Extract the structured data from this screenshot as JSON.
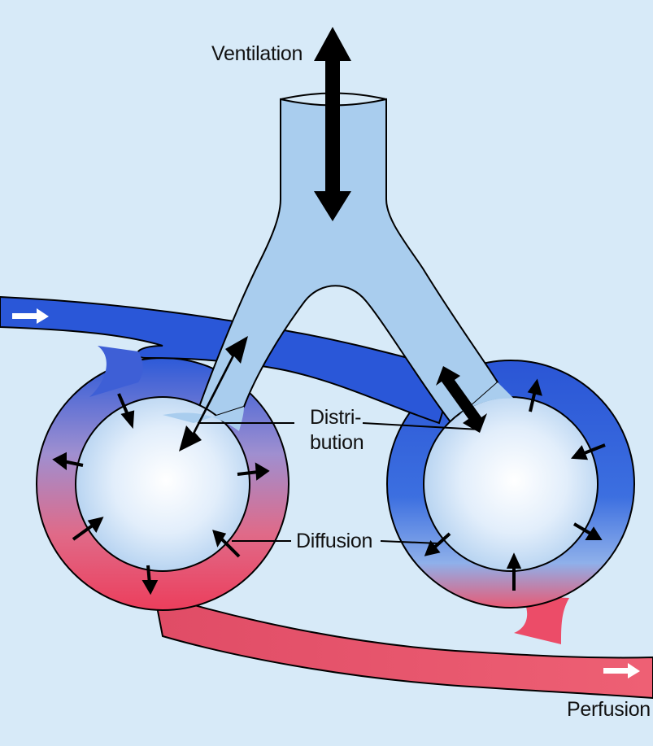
{
  "labels": {
    "ventilation": "Ventilation",
    "distribution_line1": "Distri-",
    "distribution_line2": "bution",
    "diffusion": "Diffusion",
    "perfusion": "Perfusion"
  },
  "colors": {
    "background": "#d7eaf8",
    "airway": "#a9cdee",
    "venous_blood": "#2a57d8",
    "arterial_blood": "#ec5a6e",
    "alveolus_center": "#ffffff",
    "arrow": "#000000",
    "flow_arrow": "#ffffff"
  }
}
